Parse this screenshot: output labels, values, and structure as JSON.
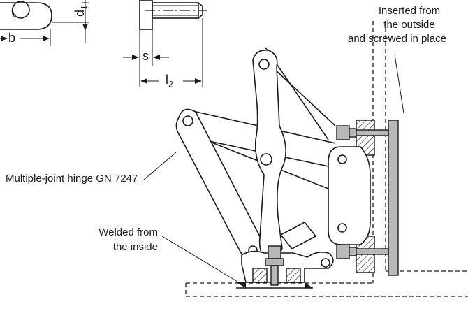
{
  "labels": {
    "inserted": "Inserted from",
    "outside": "the outside",
    "screwed": "and screwed in place",
    "hinge": "Multiple-joint hinge GN 7247",
    "welded": "Welded from",
    "inside": "the inside"
  },
  "dimensions": {
    "b": "b",
    "d1": "d",
    "d1_sub": "1",
    "s": "s",
    "l2": "l",
    "l2_sub": "2"
  }
}
